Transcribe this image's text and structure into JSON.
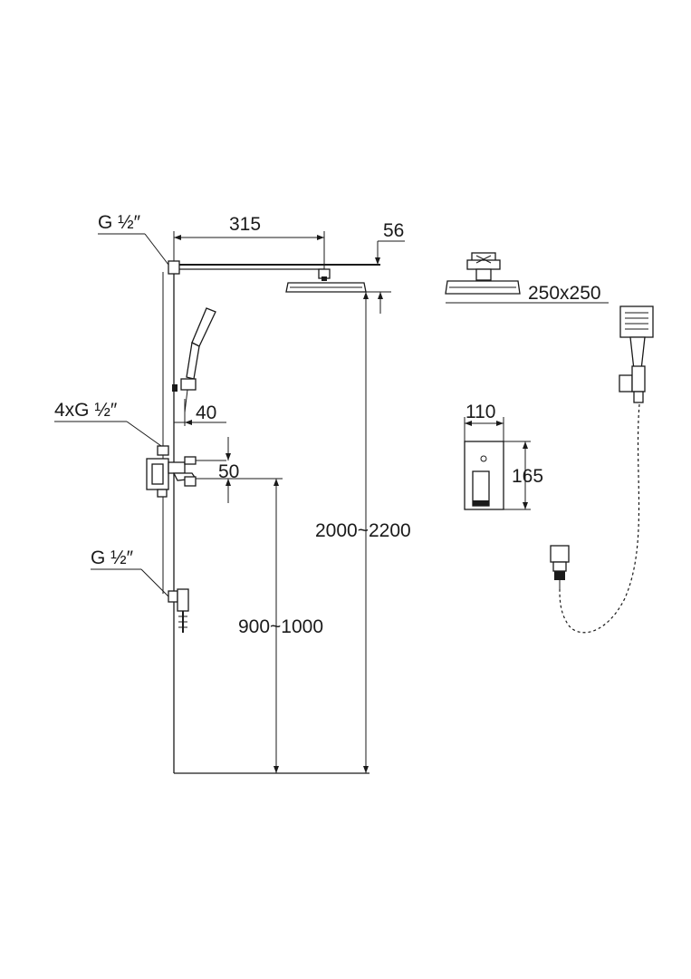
{
  "labels": {
    "inlet_top": "G ½″",
    "arm_length": "315",
    "head_offset": "56",
    "head_size": "250x250",
    "outlets": "4xG ½″",
    "bracket_gap": "40",
    "mixer_gap": "50",
    "plate_width": "110",
    "plate_height": "165",
    "inlet_bottom": "G ½″",
    "total_height": "2000~2200",
    "mixer_height": "900~1000"
  },
  "colors": {
    "line": "#1a1a1a",
    "background": "#ffffff"
  }
}
